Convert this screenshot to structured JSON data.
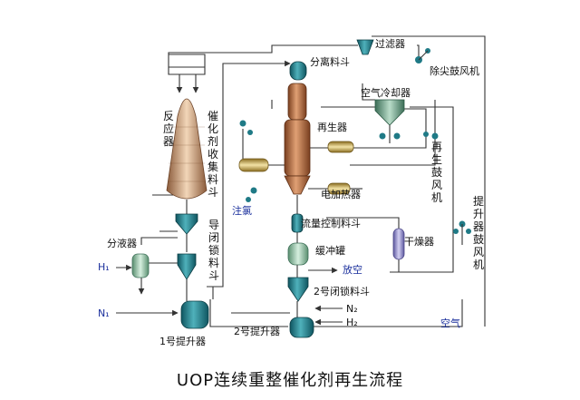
{
  "caption": "UOP连续重整催化剂再生流程",
  "labels": {
    "separation_hopper": "分离料斗",
    "filter": "过滤器",
    "dust_blower": "除尖鼓风机",
    "air_cooler": "空气冷却器",
    "regenerator": "再生器",
    "regen_blower": "再生鼓风机",
    "reactor": "反应器",
    "collection_hopper": "催化剂收集料斗",
    "chlorine_injection": "注氯",
    "electric_heater": "电加热器",
    "flow_control_hopper": "流量控制料斗",
    "lift_blower": "提升器鼓风机",
    "liquid_separator": "分液器",
    "lockhopper_guide": "导闭锁料斗",
    "buffer_tank": "缓冲罐",
    "vent": "放空",
    "dryer": "干燥器",
    "h1": "H₁",
    "n1": "N₁",
    "lockhopper_2": "2号闭锁料斗",
    "n2": "N₂",
    "h2": "H₂",
    "air": "空气",
    "lifter_2": "2号提升器",
    "lifter_1": "1号提升器"
  },
  "colors": {
    "vessel_teal": "#1f7a86",
    "regenerator_copper": "#b8734a",
    "reactor_tan": "#d9b48f",
    "dryer_lavender": "#a7a3d8",
    "pipe": "#333333",
    "blue_text": "#1a2f9c"
  }
}
